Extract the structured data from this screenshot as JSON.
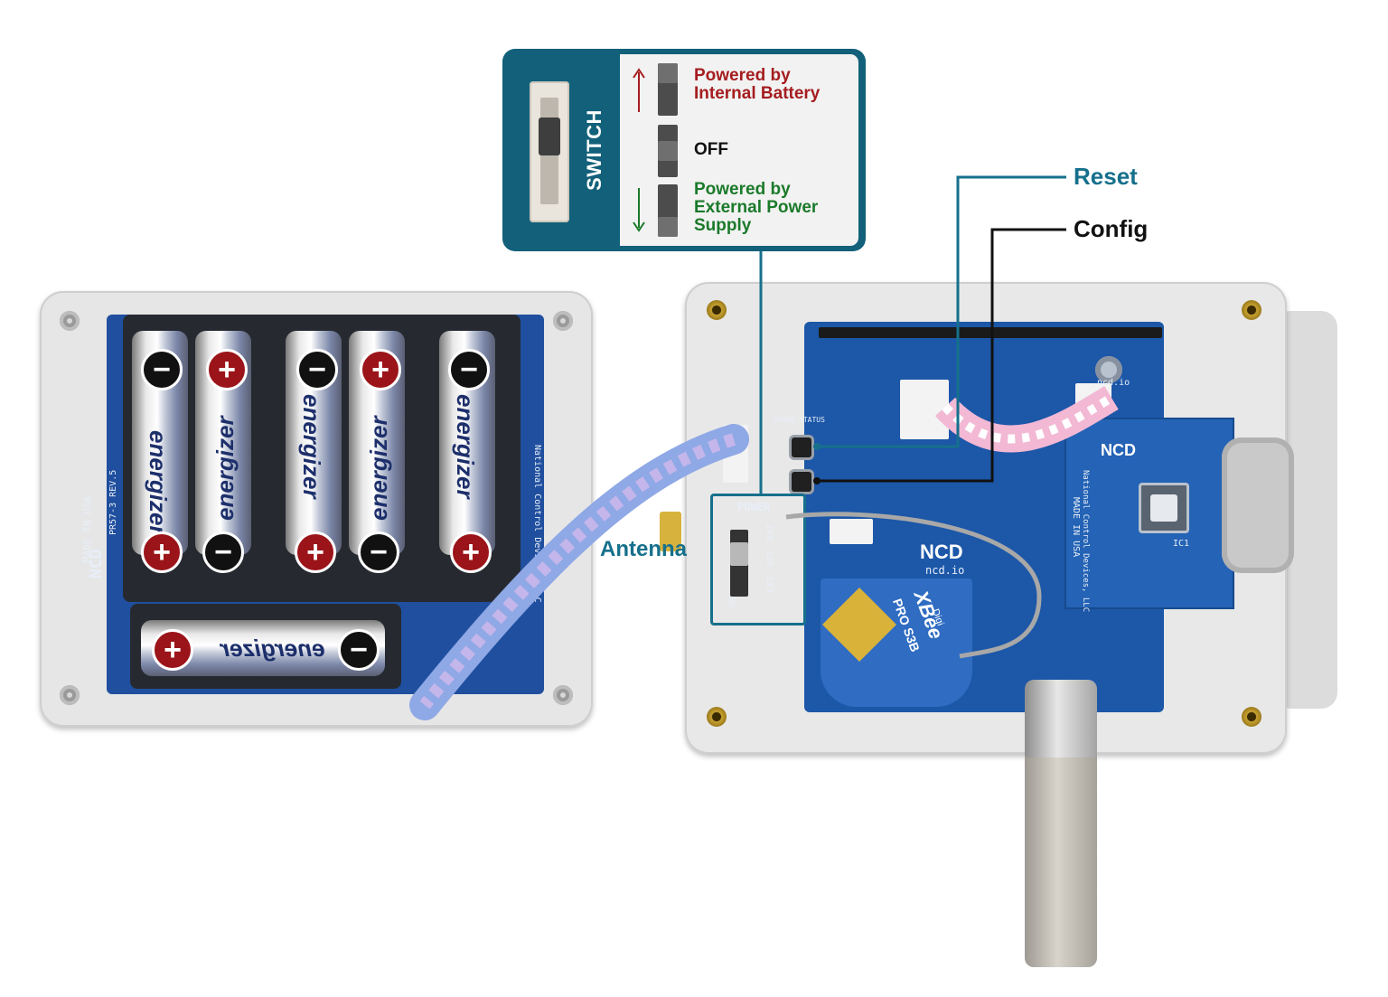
{
  "switch_legend": {
    "title": "SWITCH",
    "options": [
      {
        "label_line1": "Powered by",
        "label_line2": "Internal Battery",
        "label_line3": "",
        "color": "#a51c1f",
        "arrow": "up-arrow"
      },
      {
        "label_line1": "OFF",
        "label_line2": "",
        "label_line3": "",
        "color": "#111111",
        "arrow": ""
      },
      {
        "label_line1": "Powered by",
        "label_line2": "External Power",
        "label_line3": "Supply",
        "color": "#1b7a2a",
        "arrow": "down-arrow"
      }
    ]
  },
  "callouts": {
    "reset": "Reset",
    "config": "Config",
    "antenna": "Antenna"
  },
  "battery_pack": {
    "brand": "energizer",
    "pcb_silk": "MADE IN USA",
    "pcb_logo": "NCD",
    "pcb_rev": "PR57-3 REV.5",
    "pcb_company": "National Control Devices, LLC",
    "positive_symbol": "+",
    "negative_symbol": "−"
  },
  "main_board": {
    "logo": "NCD",
    "url": "ncd.io",
    "sub_logo": "NCD",
    "sub_url": "ncd.io",
    "power_label": "POWER",
    "switch_labels": [
      "ON",
      "EXT",
      "OFF",
      "BAT"
    ],
    "led_labels": [
      "POWER",
      "STATUS"
    ],
    "xbee_label1": "XBee",
    "xbee_label2": "PRO S3B",
    "xbee_label3": "Digi",
    "ic_label": "IC1",
    "made_in": "MADE IN USA",
    "company": "National Control Devices, LLC"
  },
  "colors": {
    "panel": "#12607a",
    "callout_teal": "#16708c",
    "pcb_blue": "#1c57a8",
    "positive_red": "#9b1419"
  }
}
